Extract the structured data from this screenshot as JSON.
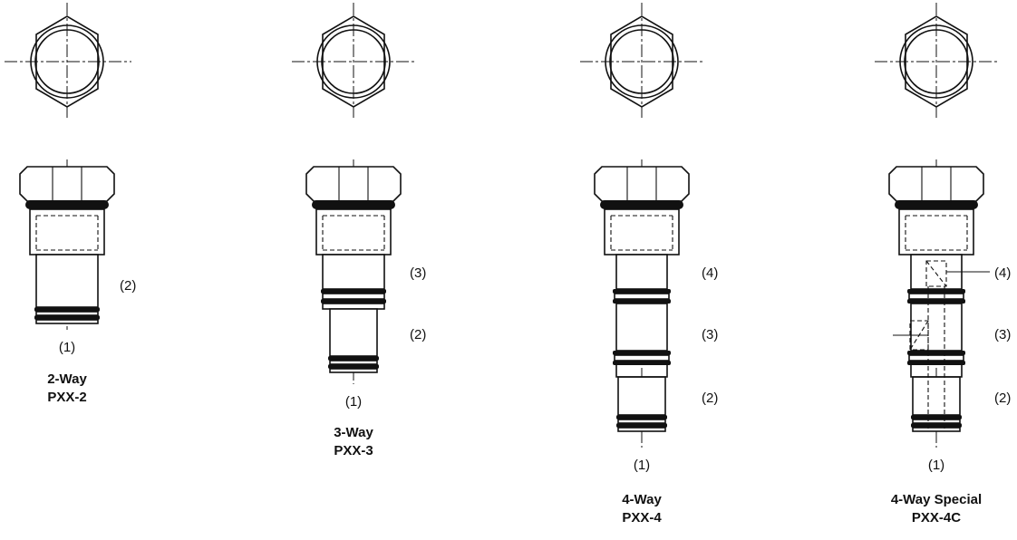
{
  "valves": [
    {
      "id": "2way",
      "title": "2-Way",
      "model": "PXX-2",
      "bottom_port": "(1)",
      "ports": [
        "(2)"
      ],
      "cavity_note": false
    },
    {
      "id": "3way",
      "title": "3-Way",
      "model": "PXX-3",
      "bottom_port": "(1)",
      "ports": [
        "(3)",
        "(2)"
      ],
      "cavity_note": false
    },
    {
      "id": "4way",
      "title": "4-Way",
      "model": "PXX-4",
      "bottom_port": "(1)",
      "ports": [
        "(4)",
        "(3)",
        "(2)"
      ],
      "cavity_note": false
    },
    {
      "id": "4wayspecial",
      "title": "4-Way Special",
      "model": "PXX-4C",
      "bottom_port": "(1)",
      "ports": [
        "(4)",
        "(3)",
        "(2)"
      ],
      "cavity_note": true
    }
  ],
  "colors": {
    "ink": "#111111",
    "background": "#ffffff"
  }
}
